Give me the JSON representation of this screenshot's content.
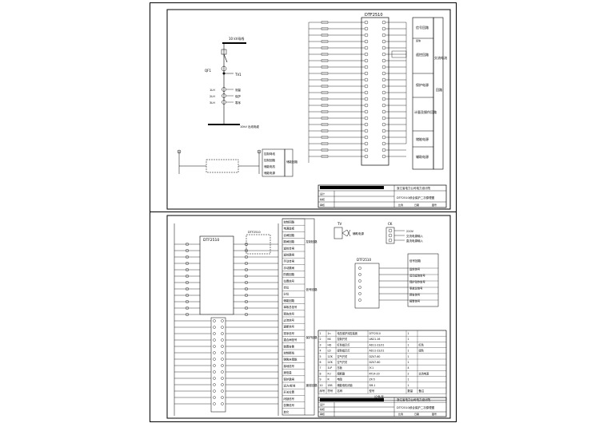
{
  "sheet_top": {
    "single_line": {
      "bus_label": "10 kV母线",
      "device_label": "QF1",
      "ct_labels": [
        "1LH",
        "2LH",
        "3LH"
      ],
      "ct_roles": [
        "测量",
        "保护",
        "零序"
      ],
      "cable_label": "10kV 出线电缆",
      "tv_label": "TV1"
    },
    "device_box_title": "DTF2510",
    "legend_right": {
      "group_labels": [
        "信号回路",
        "遥控回路",
        "遥信",
        "保护电源",
        "计量及操作回路",
        "储能电源",
        "辅助电源"
      ],
      "side_labels": [
        "交流电流",
        "回路"
      ]
    },
    "control_circuit": {
      "labels": [
        "控制母线",
        "控制回路",
        "储能电机",
        "储能电源"
      ],
      "side_title": "储能回路"
    },
    "title_block": {
      "company": "浙江省电力公司电力设计院",
      "drawing_title": "DTF2510综合保护二次原理图",
      "rows": [
        "设计",
        "校核",
        "审核"
      ],
      "cols": [
        "比例",
        "日期",
        "图号"
      ]
    }
  },
  "sheet_bottom": {
    "device_box_title": "DTF2510",
    "relay_box_title": "DTF2510",
    "right_column_labels": [
      "控制回路",
      "电源监视",
      "合闸回路",
      "跳闸回路",
      "遥控合闸",
      "遥控跳闸",
      "手动合闸",
      "手动跳闸",
      "防跳回路",
      "位置信号",
      "合位",
      "分位",
      "储能回路",
      "事故总信号",
      "预告信号",
      "过流信号",
      "速断信号",
      "零序信号",
      "重合闸信号",
      "装置告警",
      "控制断线",
      "弹簧未储能",
      "接地信号",
      "遥信量",
      "保护跳闸",
      "远方/就地",
      "开关位置",
      "闭锁信号",
      "告警信号",
      "其它"
    ],
    "right_column_groups": [
      "控制回路",
      "信号回路",
      "保护回路",
      "遥信回路"
    ],
    "terminal_legend": {
      "tv_title": "TV",
      "tv_note": "辅助电源",
      "ck_title": "CK",
      "ck_items": [
        "220V",
        "交流电源输入",
        "直流电源输入"
      ]
    },
    "signal_legend": {
      "title": "信号回路",
      "items": [
        "遥信信号",
        "远动遥信信号",
        "保护动作信号",
        "事故总信号",
        "预告信号",
        "报警信号"
      ]
    },
    "equipment_table": {
      "headers": [
        "序号",
        "符号",
        "名称",
        "型号",
        "数量",
        "备注"
      ],
      "rows": [
        [
          "1",
          "1n",
          "电压保护测控装置",
          "DTF2510",
          "1",
          ""
        ],
        [
          "2",
          "KK",
          "控制开关",
          "LW21-16",
          "1",
          ""
        ],
        [
          "3",
          "HD",
          "红色指示灯",
          "AD11-22/21",
          "1",
          "红色"
        ],
        [
          "4",
          "LD",
          "绿色指示灯",
          "AD11-22/21",
          "1",
          "绿色"
        ],
        [
          "5",
          "1ZK",
          "空气开关",
          "DZ47-60",
          "1",
          ""
        ],
        [
          "6",
          "2ZK",
          "空气开关",
          "DZ47-60",
          "1",
          ""
        ],
        [
          "7",
          "1LP",
          "压板",
          "JY-1",
          "4",
          ""
        ],
        [
          "8",
          "FU",
          "熔断器",
          "RT14-20",
          "2",
          "交流电源"
        ],
        [
          "9",
          "R",
          "电阻",
          "ZX-5",
          "1",
          ""
        ],
        [
          "10",
          "1BS",
          "储能电机闭锁",
          "SM-1",
          "1",
          ""
        ]
      ],
      "caption": "设备表"
    },
    "title_block": {
      "company": "浙江省电力公司电力设计院",
      "drawing_title": "DTF2510综合保护二次原理图",
      "rows": [
        "设计",
        "校核",
        "审核"
      ],
      "cols": [
        "比例",
        "日期",
        "图号"
      ]
    }
  }
}
